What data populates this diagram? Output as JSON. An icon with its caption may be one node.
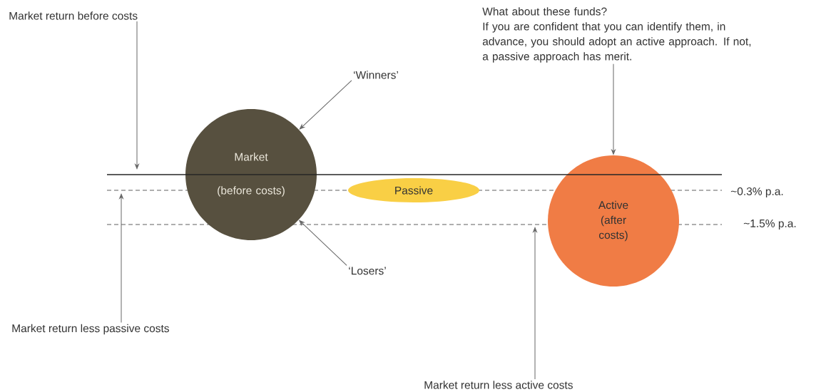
{
  "diagram": {
    "nodes": [
      {
        "text": [
          "Market return before costs"
        ]
      },
      {
        "text": [
          "Market",
          "(before costs)"
        ]
      },
      {
        "text": [
          "Passive"
        ]
      },
      {
        "text": [
          "Active (after costs)"
        ]
      },
      {
        "text": [
          "‘Winners’"
        ]
      },
      {
        "text": [
          "‘Losers’"
        ]
      },
      {
        "text": [
          "What about these funds?",
          "If you are confident that you can identify them, in advance, you should adopt an active approach.  If not, a passive approach has merit."
        ]
      },
      {
        "text": [
          "Market return less passive costs"
        ]
      },
      {
        "text": [
          "Market return less active costs"
        ]
      }
    ],
    "edges": [
      {
        "from": 0,
        "to": null,
        "arrow": "to"
      },
      {
        "from": 4,
        "to": 1,
        "arrow": "to"
      },
      {
        "from": 5,
        "to": 1,
        "arrow": "to"
      },
      {
        "from": 6,
        "to": 3,
        "arrow": "to"
      },
      {
        "from": 7,
        "to": null,
        "arrow": "to"
      },
      {
        "from": 8,
        "to": null,
        "arrow": "to"
      }
    ],
    "labels": [
      "~0.3% p.a.",
      "~1.5% p.a."
    ]
  }
}
